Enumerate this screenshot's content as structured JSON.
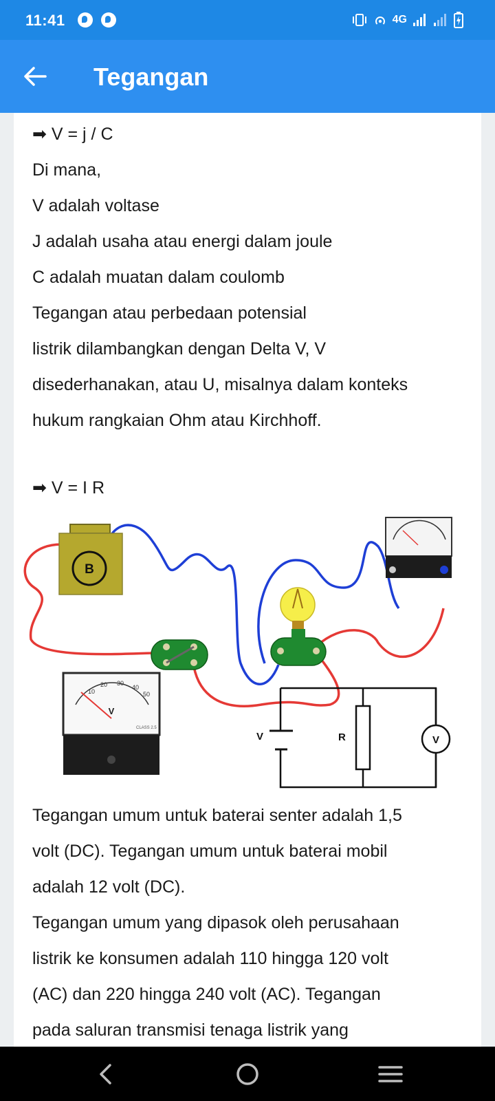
{
  "status_bar": {
    "time": "11:41",
    "network_label": "4G",
    "color": "#1e88e5"
  },
  "app_bar": {
    "title": "Tegangan",
    "back_icon": "arrow-left-icon",
    "color": "#2e8ff0"
  },
  "content": {
    "formula1": "➡ V = j / C",
    "definition_lines": [
      "Di mana,",
      "V adalah voltase",
      "J adalah usaha atau energi dalam joule",
      "C adalah muatan dalam coulomb",
      "Tegangan atau perbedaan potensial",
      "listrik dilambangkan dengan Delta V, V",
      "disederhanakan, atau U, misalnya dalam konteks",
      "hukum rangkaian Ohm atau Kirchhoff."
    ],
    "formula2": "➡ V = I R",
    "figure": {
      "battery_label": "B",
      "meter_label": "V",
      "meter_ticks": [
        "10",
        "20",
        "30",
        "40",
        "50"
      ],
      "meter_small_label": "CLASS 2.5",
      "schematic_labels": {
        "source": "V",
        "resistor": "R",
        "voltmeter": "V"
      }
    },
    "paragraph_lines": [
      "Tegangan umum untuk baterai senter adalah 1,5",
      "volt (DC). Tegangan umum untuk baterai mobil",
      "adalah 12 volt (DC).",
      "Tegangan umum yang dipasok oleh perusahaan",
      "listrik ke konsumen adalah 110 hingga 120 volt",
      "(AC) dan 220 hingga 240 volt (AC). Tegangan",
      "pada saluran transmisi tenaga listrik yang"
    ]
  },
  "nav_bar": {
    "back": "nav-back-icon",
    "home": "nav-home-icon",
    "recents": "nav-menu-icon"
  }
}
